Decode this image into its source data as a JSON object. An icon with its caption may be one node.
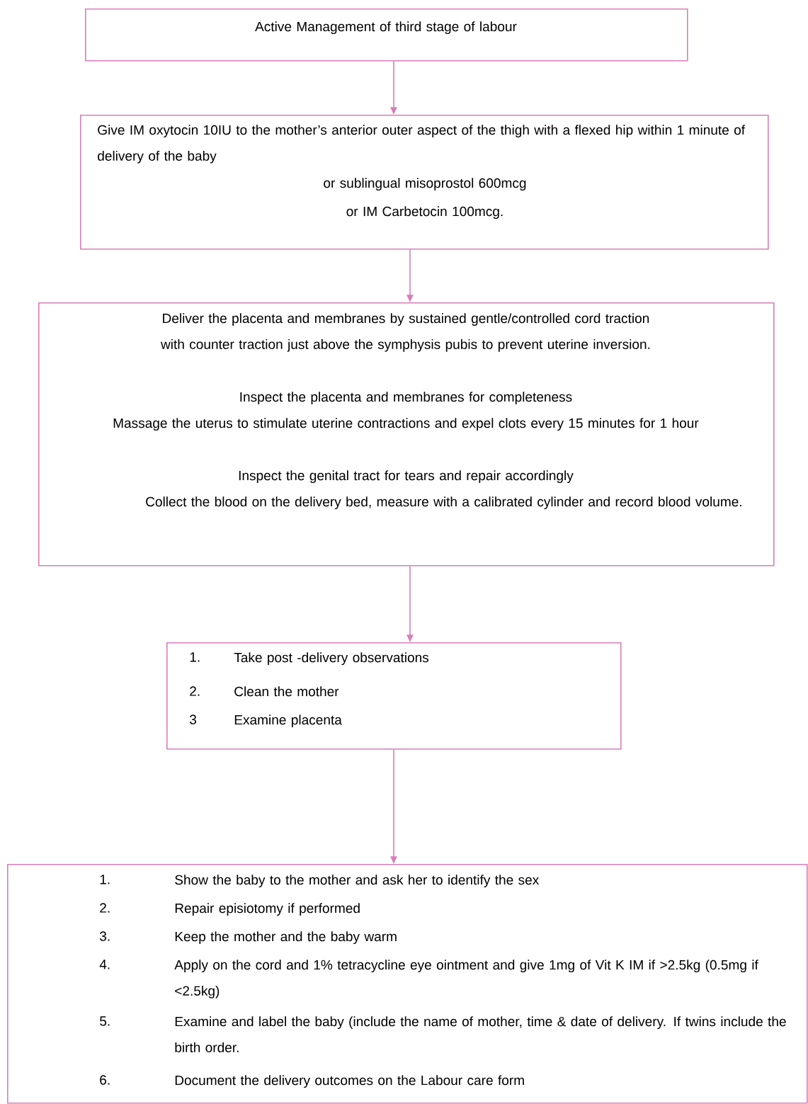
{
  "diagram": {
    "nodes": [
      {
        "text": [
          "Active Management of third stage of labour"
        ]
      },
      {
        "text": [
          "Give IM oxytocin 10IU to the mother’s anterior outer aspect of the thigh with a flexed hip within 1 minute of delivery of the baby",
          "or sublingual misoprostol 600mcg",
          "or IM Carbetocin 100mcg."
        ]
      },
      {
        "text": [
          "Deliver the placenta and membranes by sustained gentle/controlled cord traction with counter traction just above the symphysis pubis to prevent uterine inversion.",
          "Inspect the placenta and membranes for completeness",
          "Massage the uterus to stimulate uterine contractions and expel clots every 15 minutes for 1 hour",
          "Inspect the genital tract for tears and repair accordingly",
          "Collect the blood on the delivery bed, measure with a calibrated cylinder and record blood volume."
        ]
      },
      {
        "text": [
          "1.",
          "Take post -delivery observations",
          "2.",
          "Clean the mother",
          "3",
          "Examine placenta"
        ]
      },
      {
        "text": [
          "1.",
          "Show the baby to the mother and ask her to identify the sex",
          "2.",
          "Repair episiotomy if performed",
          "3.",
          "Keep the mother and the baby warm",
          "4.",
          "Apply on the cord and 1% tetracycline eye ointment and give 1mg of Vit K IM if >2.5kg (0.5mg if <2.5kg)",
          "5.",
          "Examine and label the baby (include the name of mother, time & date of delivery. If twins include the birth order.",
          "6.",
          "Document the delivery outcomes on the Labour care form"
        ]
      }
    ],
    "edges": [
      {
        "from": 0,
        "to": 1,
        "arrow": "to"
      },
      {
        "from": 1,
        "to": 2,
        "arrow": "to"
      },
      {
        "from": 2,
        "to": 3,
        "arrow": "to"
      },
      {
        "from": 3,
        "to": 4,
        "arrow": "to"
      }
    ]
  }
}
